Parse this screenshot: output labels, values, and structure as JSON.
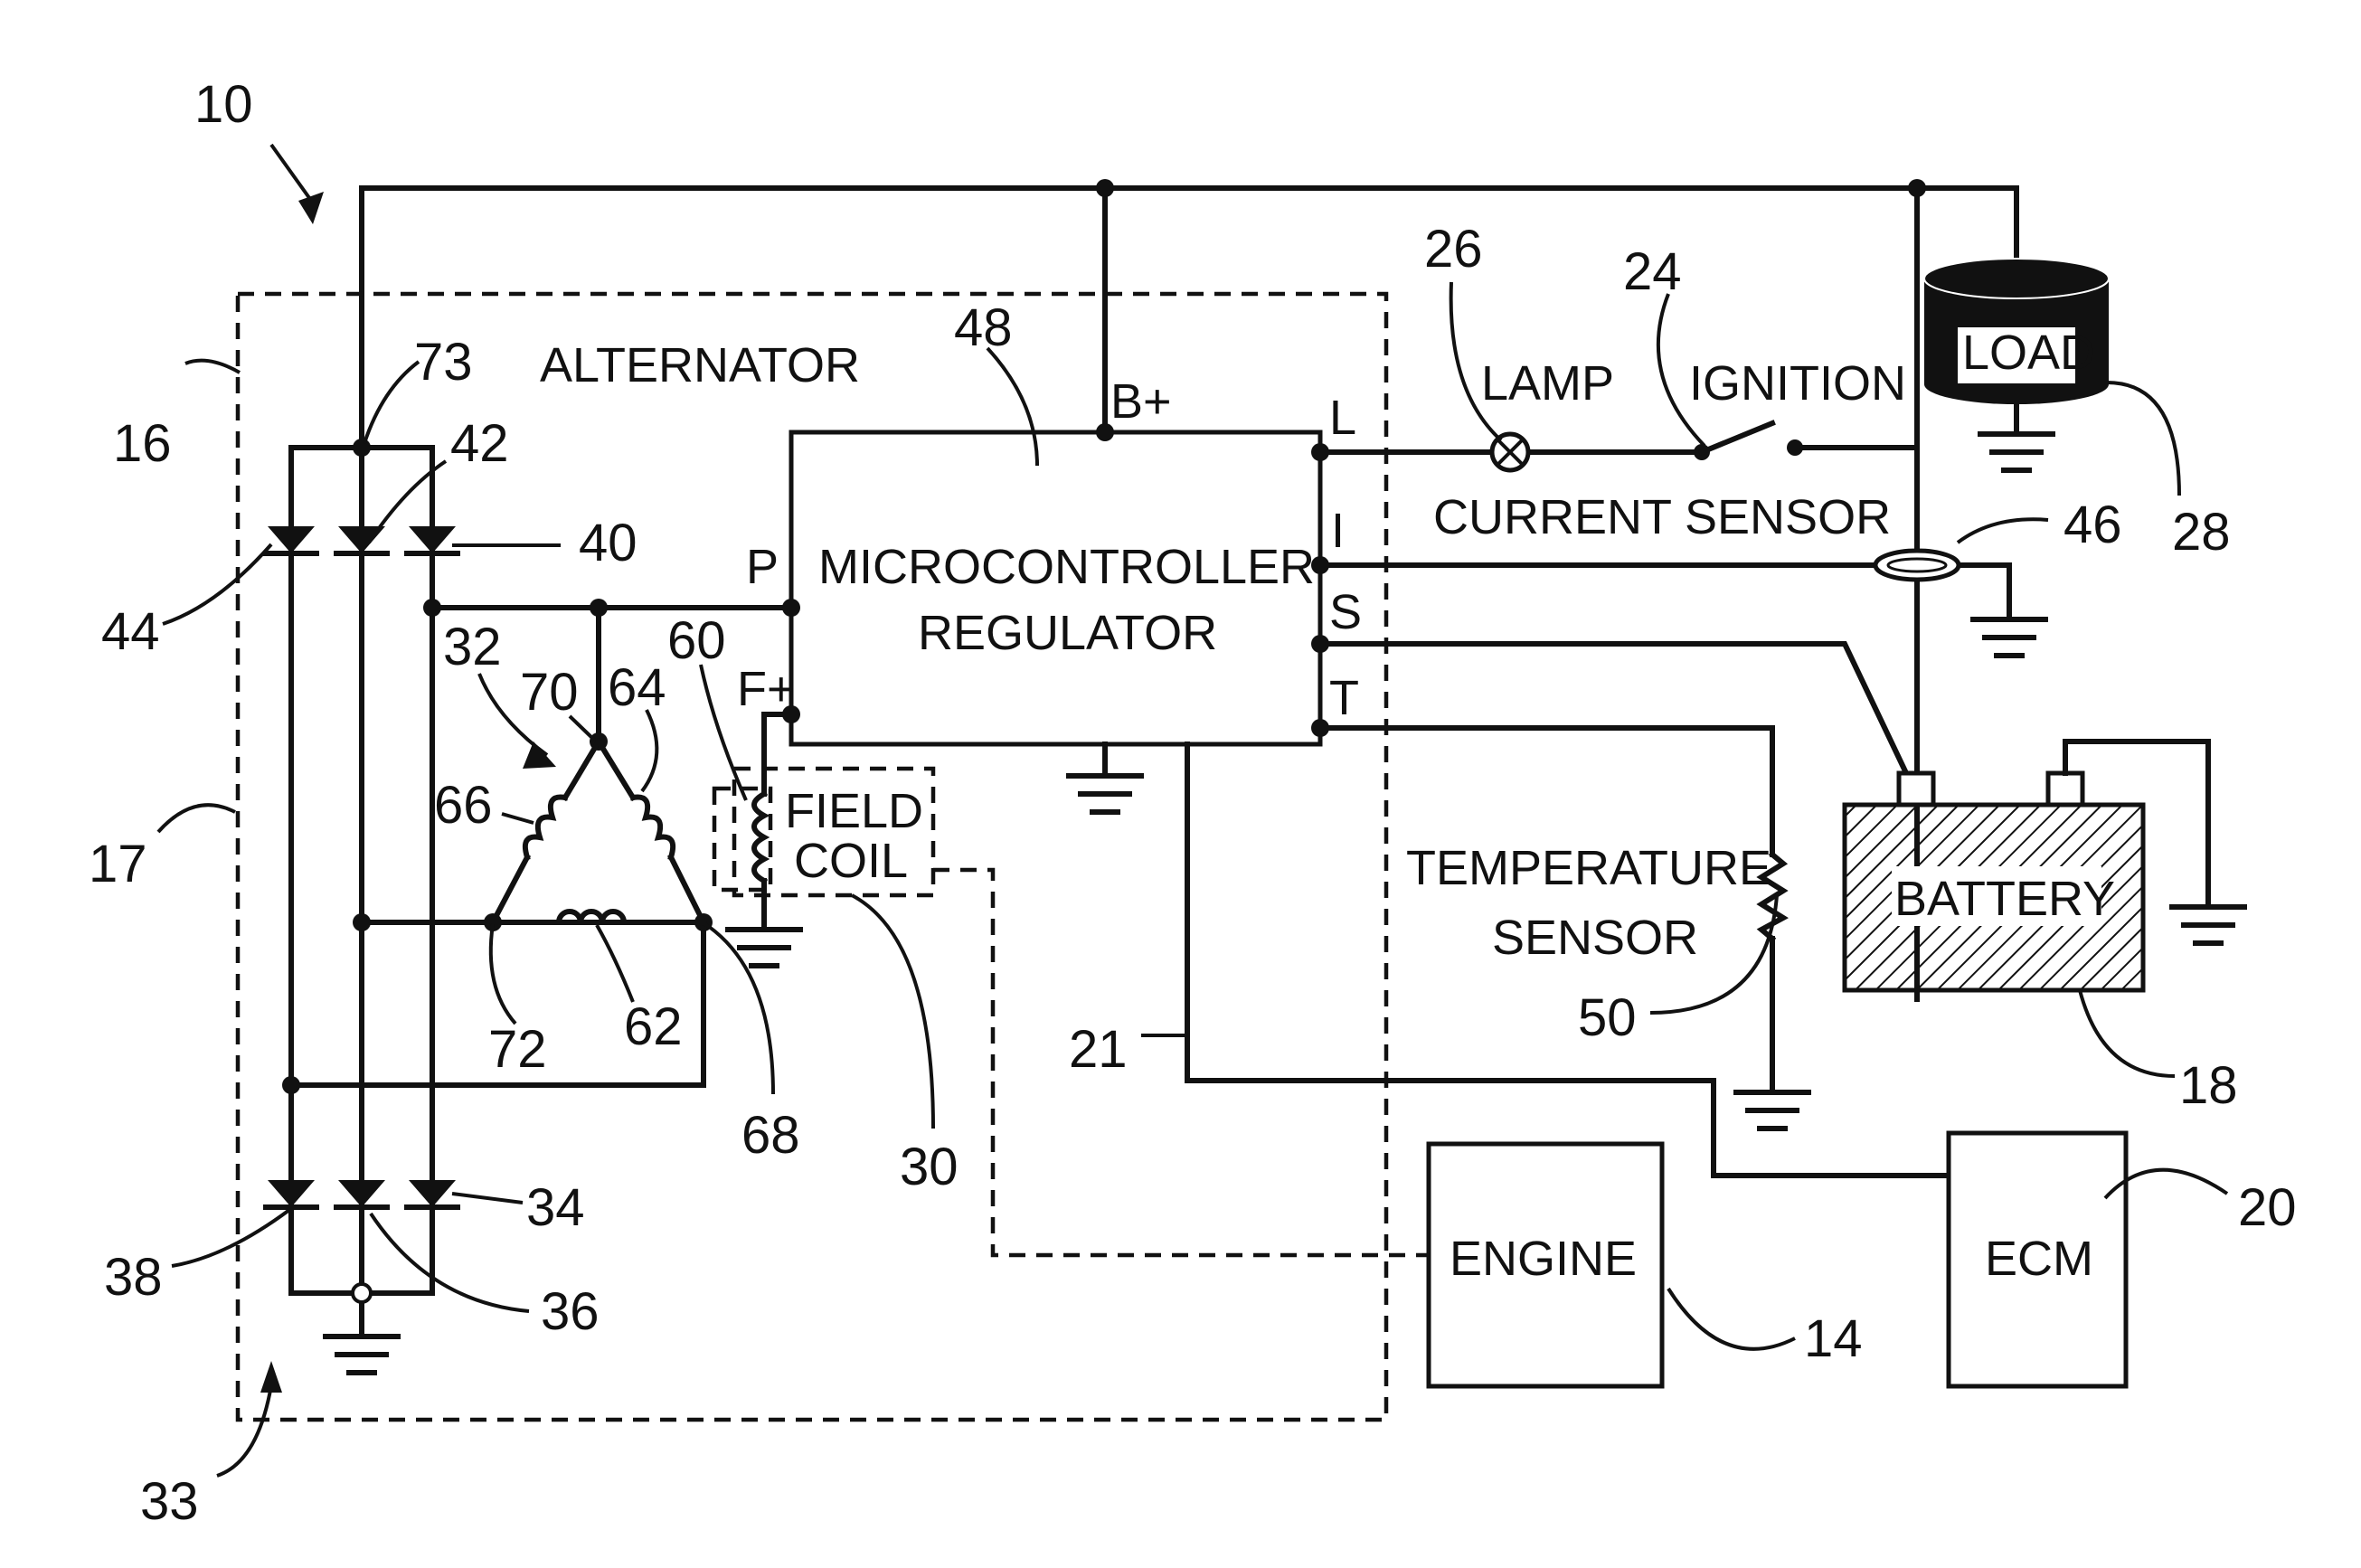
{
  "blocks": {
    "alternator": "ALTERNATOR",
    "microcontroller_line1": "MICROCONTROLLER",
    "microcontroller_line2": "REGULATOR",
    "field_coil_line1": "FIELD",
    "field_coil_line2": "COIL",
    "load": "LOAD",
    "battery": "BATTERY",
    "engine": "ENGINE",
    "ecm": "ECM",
    "lamp": "LAMP",
    "ignition": "IGNITION",
    "current_sensor": "CURRENT  SENSOR",
    "temperature_line1": "TEMPERATURE",
    "temperature_line2": "SENSOR"
  },
  "pins": {
    "b_plus": "B+",
    "p": "P",
    "f_plus": "F+",
    "l": "L",
    "i": "I",
    "s": "S",
    "t": "T"
  },
  "refs": {
    "r10": "10",
    "r14": "14",
    "r16": "16",
    "r17": "17",
    "r18": "18",
    "r20": "20",
    "r21": "21",
    "r24": "24",
    "r26": "26",
    "r28": "28",
    "r30": "30",
    "r32": "32",
    "r33": "33",
    "r34": "34",
    "r36": "36",
    "r38": "38",
    "r40": "40",
    "r42": "42",
    "r44": "44",
    "r46": "46",
    "r48": "48",
    "r50": "50",
    "r60": "60",
    "r62": "62",
    "r64": "64",
    "r66": "66",
    "r68": "68",
    "r70": "70",
    "r72": "72",
    "r73": "73"
  },
  "symbols": {
    "diode": "diode-icon",
    "ground": "ground-icon",
    "lamp": "lamp-icon",
    "switch": "switch-icon",
    "resistor": "resistor-icon",
    "coil": "coil-icon",
    "current_loop": "current-loop-icon"
  }
}
